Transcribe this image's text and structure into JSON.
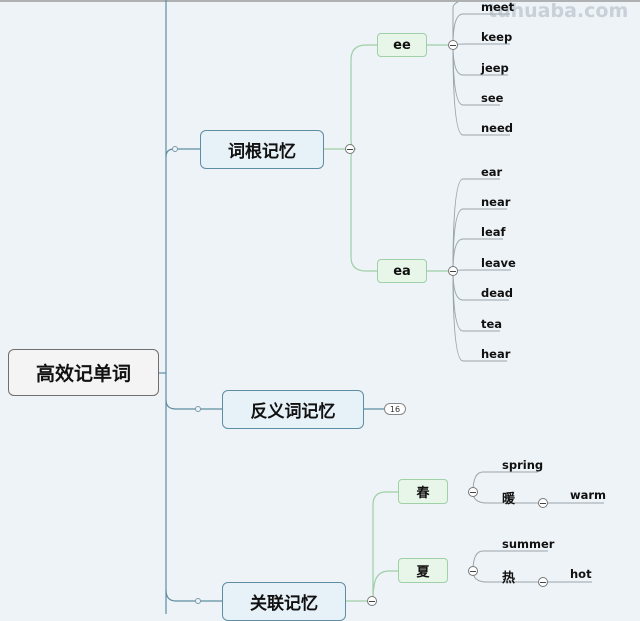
{
  "watermark": "tuhuaba.com",
  "colors": {
    "background": "#eef3f7",
    "main_line": "#5e8ea3",
    "sub_line": "#9fcfa6",
    "leaf_line": "#9aa5ab"
  },
  "root": {
    "label": "高效记单词"
  },
  "branches": [
    {
      "label": "词根记忆",
      "groups": [
        {
          "label": "ee",
          "items": [
            {
              "label": "meet"
            },
            {
              "label": "keep"
            },
            {
              "label": "jeep"
            },
            {
              "label": "see"
            },
            {
              "label": "need"
            }
          ]
        },
        {
          "label": "ea",
          "items": [
            {
              "label": "ear"
            },
            {
              "label": "near"
            },
            {
              "label": "leaf"
            },
            {
              "label": "leave"
            },
            {
              "label": "dead"
            },
            {
              "label": "tea"
            },
            {
              "label": "hear"
            }
          ]
        }
      ]
    },
    {
      "label": "反义词记忆",
      "collapsed_count": "16"
    },
    {
      "label": "关联记忆",
      "groups": [
        {
          "label": "春",
          "items": [
            {
              "label": "spring"
            },
            {
              "label": "暖",
              "child": "warm"
            }
          ]
        },
        {
          "label": "夏",
          "items": [
            {
              "label": "summer"
            },
            {
              "label": "热",
              "child": "hot"
            }
          ]
        }
      ]
    }
  ]
}
